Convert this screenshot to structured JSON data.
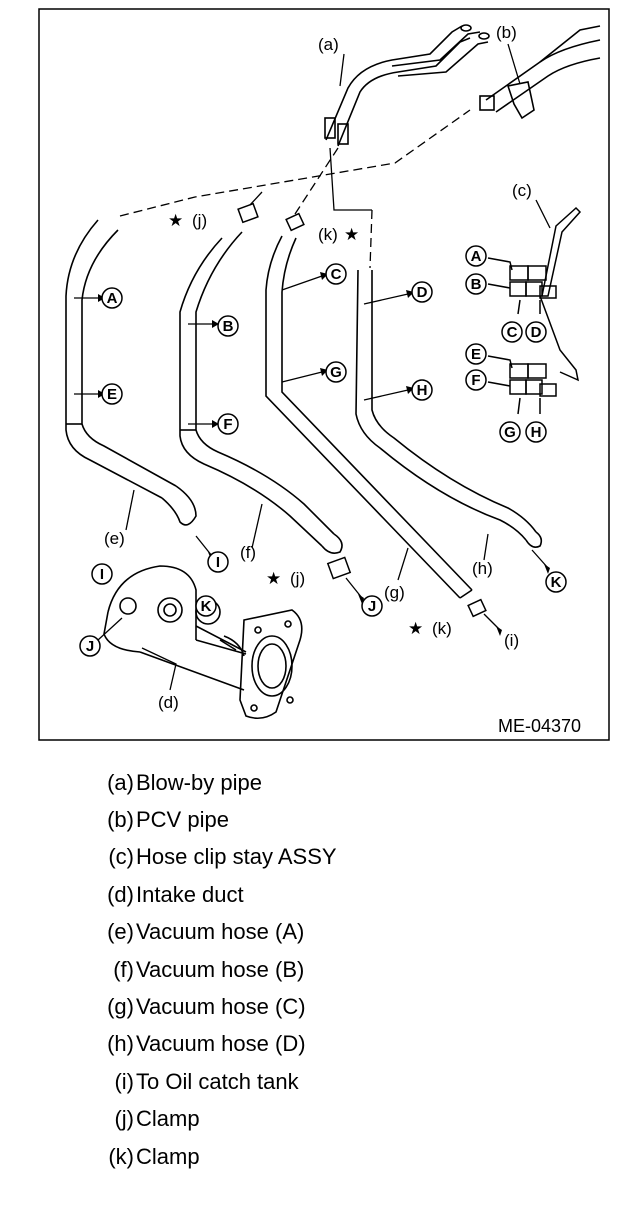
{
  "figure": {
    "id": "ME-04370",
    "labels": {
      "a": "(a)",
      "b": "(b)",
      "c": "(c)",
      "d": "(d)",
      "e": "(e)",
      "f": "(f)",
      "g": "(g)",
      "h": "(h)",
      "i": "(i)",
      "j": "(j)",
      "k": "(k)"
    },
    "circled": {
      "A": "A",
      "B": "B",
      "C": "C",
      "D": "D",
      "E": "E",
      "F": "F",
      "G": "G",
      "H": "H",
      "I": "I",
      "J": "J",
      "K": "K"
    },
    "star": "★"
  },
  "legend": [
    {
      "key": "(a)",
      "text": "Blow-by pipe"
    },
    {
      "key": "(b)",
      "text": "PCV pipe"
    },
    {
      "key": "(c)",
      "text": "Hose clip stay ASSY"
    },
    {
      "key": "(d)",
      "text": "Intake duct"
    },
    {
      "key": "(e)",
      "text": "Vacuum hose (A)"
    },
    {
      "key": "(f)",
      "text": "Vacuum hose (B)"
    },
    {
      "key": "(g)",
      "text": "Vacuum hose (C)"
    },
    {
      "key": "(h)",
      "text": "Vacuum hose (D)"
    },
    {
      "key": "(i)",
      "text": "To Oil catch tank"
    },
    {
      "key": "(j)",
      "text": "Clamp"
    },
    {
      "key": "(k)",
      "text": "Clamp"
    }
  ]
}
